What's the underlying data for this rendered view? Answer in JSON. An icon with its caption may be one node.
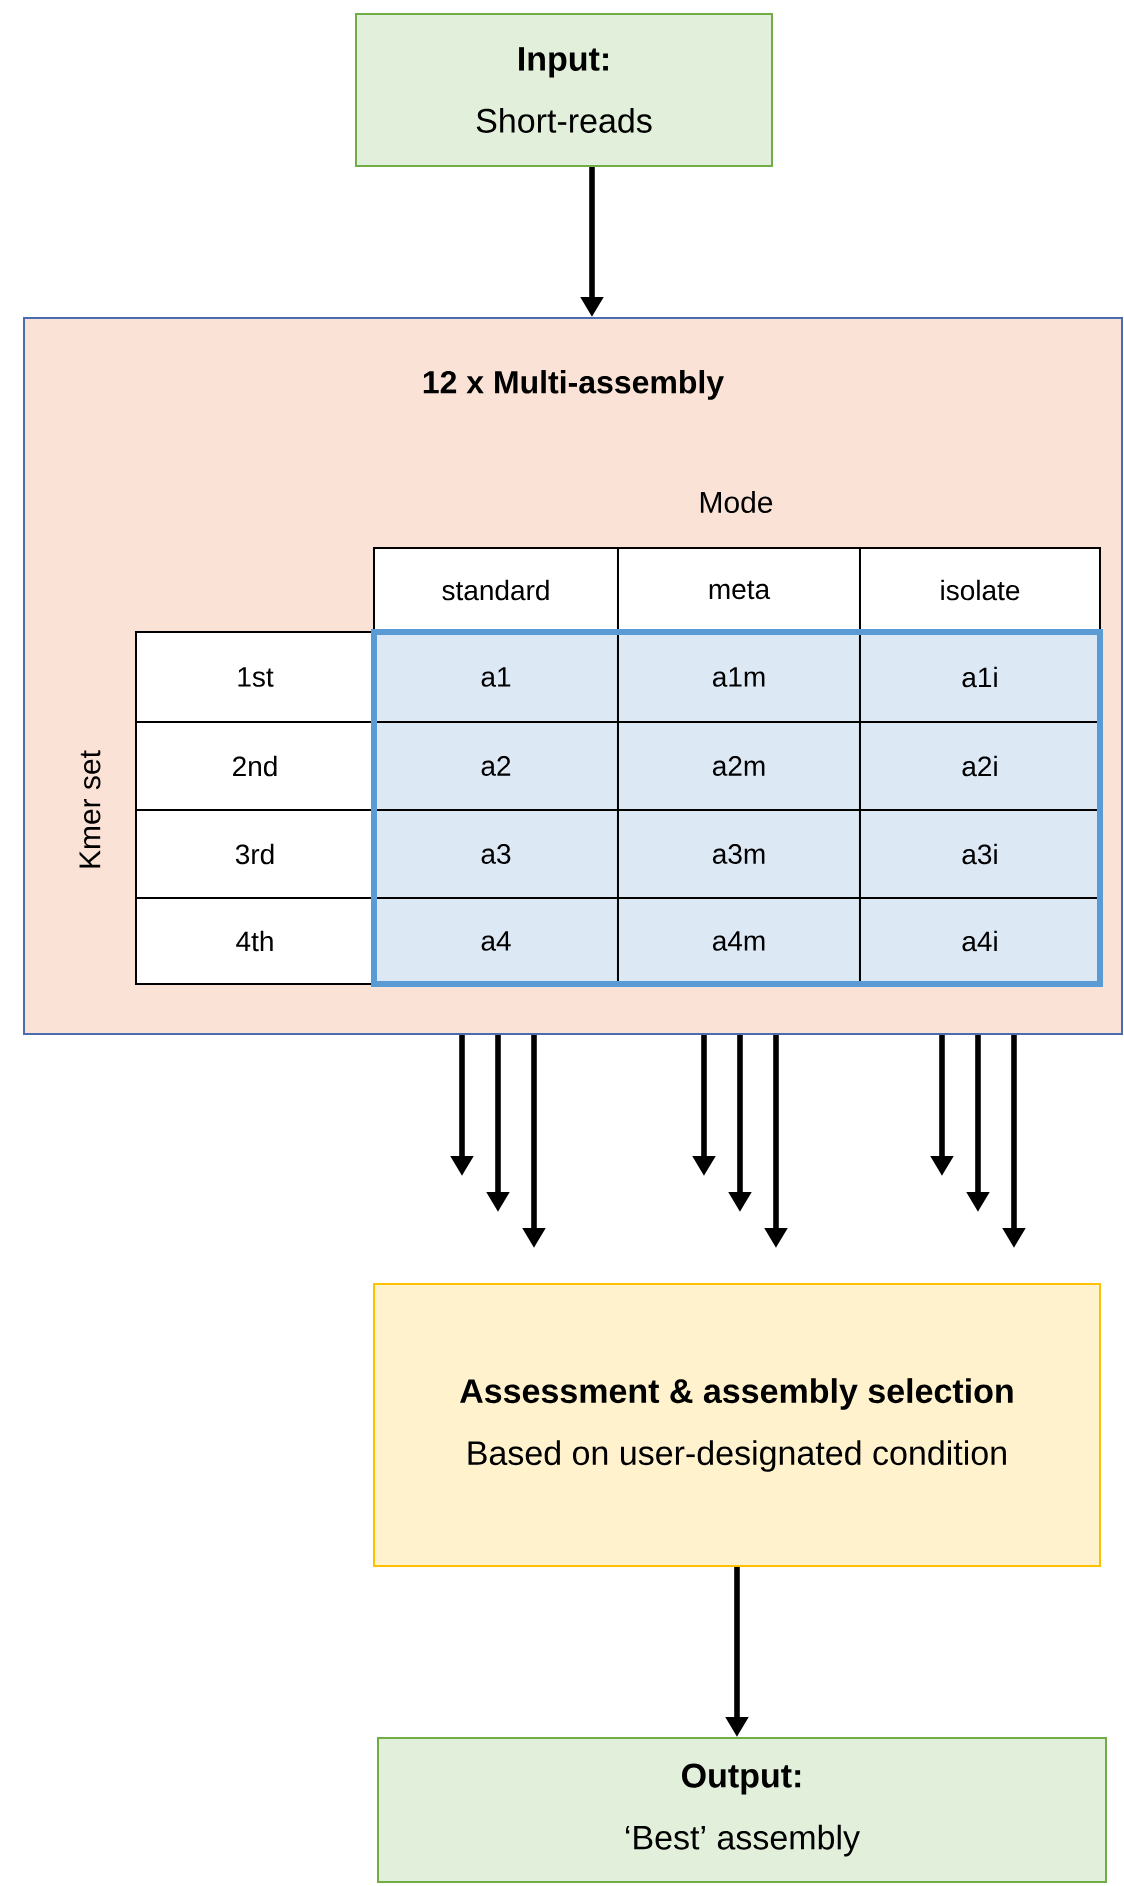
{
  "diagram": {
    "nodes": [
      {
        "text": [
          "Input:",
          "Short-reads"
        ]
      },
      {
        "text": [
          "12 x Multi-assembly"
        ]
      },
      {
        "text": [
          "Assessment & assembly selection",
          "Based on user-designated condition"
        ]
      },
      {
        "text": [
          "Output:",
          "‘Best’ assembly"
        ]
      }
    ],
    "edges": [
      {
        "from": 0,
        "to": 1,
        "arrow": "to"
      },
      {
        "from": 1,
        "to": null,
        "arrow": "to"
      },
      {
        "from": 1,
        "to": null,
        "arrow": "to"
      },
      {
        "from": 1,
        "to": null,
        "arrow": "to"
      },
      {
        "from": 1,
        "to": null,
        "arrow": "to"
      },
      {
        "from": 1,
        "to": null,
        "arrow": "to"
      },
      {
        "from": 1,
        "to": null,
        "arrow": "to"
      },
      {
        "from": 1,
        "to": null,
        "arrow": "to"
      },
      {
        "from": 1,
        "to": null,
        "arrow": "to"
      },
      {
        "from": 1,
        "to": null,
        "arrow": "to"
      },
      {
        "from": 2,
        "to": 3,
        "arrow": "to"
      }
    ],
    "labels": [
      "Mode",
      "standard",
      "meta",
      "isolate",
      "Kmer set",
      "1st",
      "a1",
      "a1m",
      "a1i",
      "2nd",
      "a2",
      "a2m",
      "a2i",
      "3rd",
      "a3",
      "a3m",
      "a3i",
      "4th",
      "a4",
      "a4m",
      "a4i"
    ]
  }
}
